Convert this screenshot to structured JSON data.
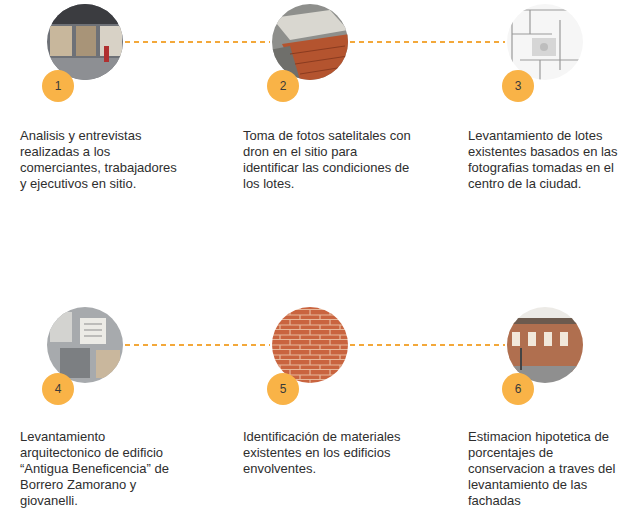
{
  "diagram": {
    "nodes": [
      {
        "text": [
          "1",
          "Analisis y entrevistas realizadas a los comerciantes, trabajadores y ejecutivos en sitio."
        ]
      },
      {
        "text": [
          "2",
          "Toma de fotos satelitales con dron en el sitio para identificar las condiciones de los lotes."
        ]
      },
      {
        "text": [
          "3",
          "Levantamiento de lotes existentes basados en las fotografias tomadas en el centro de la ciudad."
        ]
      },
      {
        "text": [
          "4",
          "Levantamiento arquitectonico de edificio “Antigua Beneficencia” de Borrero Zamorano y giovanelli."
        ]
      },
      {
        "text": [
          "5",
          "Identificación de materiales existentes en los edificios envolventes."
        ]
      },
      {
        "text": [
          "6",
          "Estimacion hipotetica de porcentajes de conservacion a traves del levantamiento de las fachadas"
        ]
      }
    ],
    "edges": [
      {
        "from": 0,
        "to": 1,
        "arrow": "none"
      },
      {
        "from": 1,
        "to": 2,
        "arrow": "none"
      },
      {
        "from": 3,
        "to": 4,
        "arrow": "none"
      },
      {
        "from": 4,
        "to": 5,
        "arrow": "none"
      }
    ]
  }
}
